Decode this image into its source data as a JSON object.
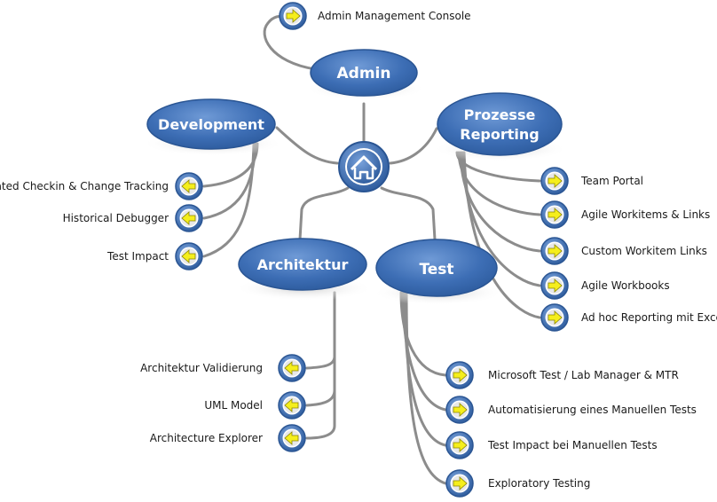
{
  "colors": {
    "node_fill": "#3d6eb5",
    "node_edge": "#2a5593",
    "connector": "#8c8c8c",
    "arrow_fill": "#f5ee1c",
    "icon_ring": "#3d6eb5"
  },
  "hub": {
    "icon": "home-icon"
  },
  "nodes": {
    "admin": {
      "label": "Admin"
    },
    "development": {
      "label": "Development"
    },
    "prozesse": {
      "label_line1": "Prozesse",
      "label_line2": "Reporting"
    },
    "architektur": {
      "label": "Architektur"
    },
    "test": {
      "label": "Test"
    }
  },
  "leaves": {
    "admin": [
      "Admin Management Console"
    ],
    "development": [
      "Gated Checkin & Change Tracking",
      "Historical Debugger",
      "Test Impact"
    ],
    "prozesse": [
      "Team Portal",
      "Agile Workitems & Links",
      "Custom Workitem Links",
      "Agile Workbooks",
      "Ad hoc Reporting mit Excel"
    ],
    "architektur": [
      "Architektur Validierung",
      "UML Model",
      "Architecture Explorer"
    ],
    "test": [
      "Microsoft Test / Lab Manager & MTR",
      "Automatisierung eines Manuellen Tests",
      "Test Impact bei Manuellen Tests",
      "Exploratory Testing"
    ]
  },
  "icons": {
    "right": "arrow-right-icon",
    "left": "arrow-left-icon"
  }
}
